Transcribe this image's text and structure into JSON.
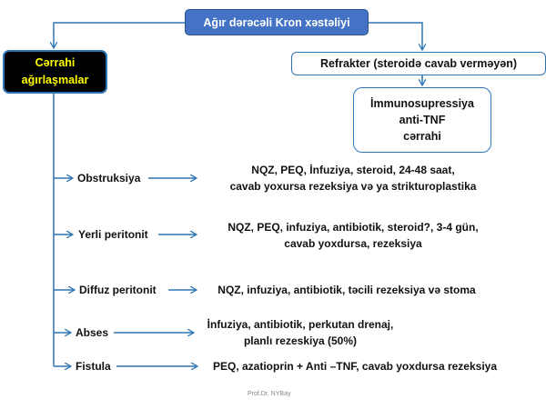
{
  "title": "Ağır dərəcəli Kron xəstəliyi",
  "surgical_box": {
    "line1": "Cərrahi",
    "line2": "ağırlaşmalar"
  },
  "refractory_box": "Refrakter  (steroidə cavab verməyən)",
  "treatment_box": {
    "line1": "İmmunosupressiya",
    "line2": "anti-TNF",
    "line3": "cərrahi"
  },
  "complications": [
    {
      "label": "Obstruksiya",
      "detail": [
        "NQZ, PEQ,  İnfuziya, steroid, 24-48 saat,",
        "cavab yoxursa  rezeksiya və ya  strikturoplastika"
      ]
    },
    {
      "label": "Yerli peritonit",
      "detail": [
        "NQZ, PEQ, infuziya, antibiotik, steroid?, 3-4 gün,",
        "cavab yoxdursa, rezeksiya"
      ]
    },
    {
      "label": "Diffuz peritonit",
      "detail": [
        "NQZ, infuziya, antibiotik, təcili rezeksiya və stoma"
      ]
    },
    {
      "label": "Abses",
      "detail": [
        "İnfuziya, antibiotik, perkutan drenaj,",
        "planlı rezeskiya (50%)"
      ]
    },
    {
      "label": "Fistula",
      "detail": [
        "PEQ, azatioprin  +  Anti –TNF, cavab yoxdursa rezeksiya"
      ]
    }
  ],
  "footer": "Prof.Dr. NYBay",
  "colors": {
    "accent": "#2e75b6",
    "title_bg": "#4472c4",
    "surgical_text": "#ffff00"
  }
}
